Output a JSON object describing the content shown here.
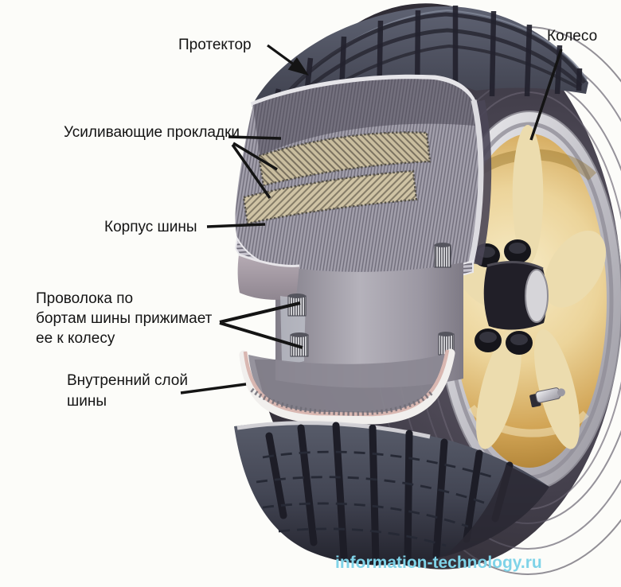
{
  "diagram": {
    "type": "tire-cutaway-diagram",
    "labels": {
      "tread": {
        "text": "Протектор"
      },
      "wheel": {
        "text": "Колесо"
      },
      "reinforcing_plies": {
        "text": "Усиливающие прокладки"
      },
      "tire_carcass": {
        "text": "Корпус шины"
      },
      "bead_wire": {
        "text": "Проволока по\nбортам шины прижимает\nее к колесу"
      },
      "inner_layer": {
        "text": "Внутренний слой\nшины"
      }
    },
    "watermark": {
      "text": "information-technology.ru",
      "color": "#7fd3e8"
    },
    "palette": {
      "background": "#fcfcf9",
      "tire_dark": "#2d2a33",
      "tire_mid": "#4c4956",
      "tread_face": "#545866",
      "groove": "#22222c",
      "cut_edge_silver": "#e4e3e7",
      "carcass_gray": "#a3a0ac",
      "carcass_cord": "#6f6c79",
      "belt_tan": "#c9bd9e",
      "belt_cord": "#7b7260",
      "liner_gray": "#9b97a2",
      "liner_edge_pink": "#d9b7b1",
      "rim_silver": "#c6c5cb",
      "disc_gold": "#d4a85c",
      "disc_gold_light": "#f6e7bd",
      "hub_dark": "#211f28",
      "label_color": "#141414",
      "leader_color": "#141414"
    }
  }
}
